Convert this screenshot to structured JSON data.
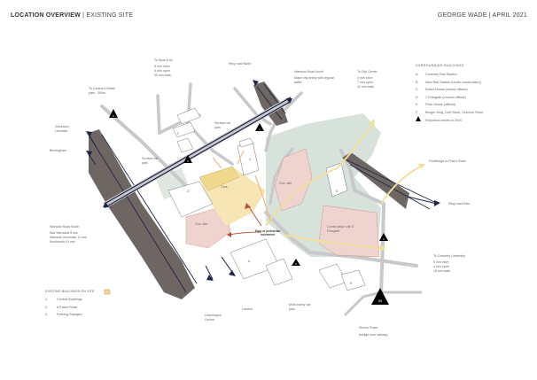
{
  "header": {
    "title": "LOCATION OVERVIEW",
    "subtitle": "EXISTING SITE",
    "author": "GEORGE WADE",
    "date": "APRIL 2021",
    "separator": "|"
  },
  "legend": {
    "title": "SURROUNDING BUILDINGS",
    "items": [
      {
        "key": "A.",
        "label": "Coventry Rail Station"
      },
      {
        "key": "B.",
        "label": "New Rail Station (under construction)"
      },
      {
        "key": "C.",
        "label": "Eaton House (mixed offices)"
      },
      {
        "key": "D.",
        "label": "1 Friargate (council offices)"
      },
      {
        "key": "E.",
        "label": "Park House (offices)"
      },
      {
        "key": "F.",
        "label": "Burger King, Golf Store, Outdoor Store"
      }
    ],
    "crimes_label": "Reported crimes in 2020"
  },
  "existing": {
    "title": "EXISTING BUILDINGS ON SITE",
    "items": [
      {
        "key": "1.",
        "label": "Central Buildings"
      },
      {
        "key": "2.",
        "label": "8 Eaton Road"
      },
      {
        "key": "3.",
        "label": "Parking Garages"
      }
    ]
  },
  "labels": {
    "spon_end": [
      "To Spon End",
      "5 min drive",
      "6 min cycle",
      "20 min walk"
    ],
    "ring_north": "Ring road North",
    "warwick_north": [
      "Warwick Road North",
      "Major city artery with regular",
      "traffic"
    ],
    "city_center": [
      "To City Center",
      "4 min drive",
      "7 min cycle",
      "12 min walk"
    ],
    "retail_park": [
      "To Central 6 Retail",
      "park - 300m"
    ],
    "nuneaton": [
      "Nuneaton,",
      "Leicester"
    ],
    "birmingham": "Birmingham",
    "surface_car_park_1": [
      "Surface car",
      "park"
    ],
    "surface_car_park_2": [
      "Surface car",
      "park"
    ],
    "warwick_south": [
      "Warwick Road South",
      "War Memorial 6 min",
      "Warwick University 11 min",
      "Kenilworth 15 min"
    ],
    "leamington": [
      "Leamington,",
      "Oxford"
    ],
    "london": "London",
    "multi_storey": [
      "Multi-storey car",
      "park"
    ],
    "stoney_road": [
      "Stoney Road",
      "(bridge over railway)"
    ],
    "coventry_uni": [
      "To Coventry University",
      "5 min drive",
      "4 min cycle",
      "15 min walk"
    ],
    "footbridge": "Footbridge to Friar's Road",
    "ring_east": "Ring road East",
    "pedestrian": [
      "Ease of pedestrian",
      "movement"
    ],
    "cars": "Cars",
    "con_site_1": "Con. site",
    "con_site_2": "Con. site",
    "construction_d": [
      "Construction site D",
      "Friargate"
    ],
    "bld_c": "C",
    "bld_d1": "D",
    "bld_d2": "D",
    "bld_f": "F",
    "bld_a": "A",
    "bld_e": "E"
  },
  "crime_markers": [
    "6",
    "5",
    "1",
    "3",
    "2",
    "55"
  ],
  "colors": {
    "rail": "#1f2547",
    "railyard": "#6e6663",
    "road": "#c9c9cc",
    "green": "#d7e3da",
    "con_site": "#eed3cf",
    "site_yellow": "#f0d98c",
    "arrow_yellow": "#f0df9c",
    "arrow_red": "#b8503e",
    "arrow_orange": "#f0b98a"
  }
}
